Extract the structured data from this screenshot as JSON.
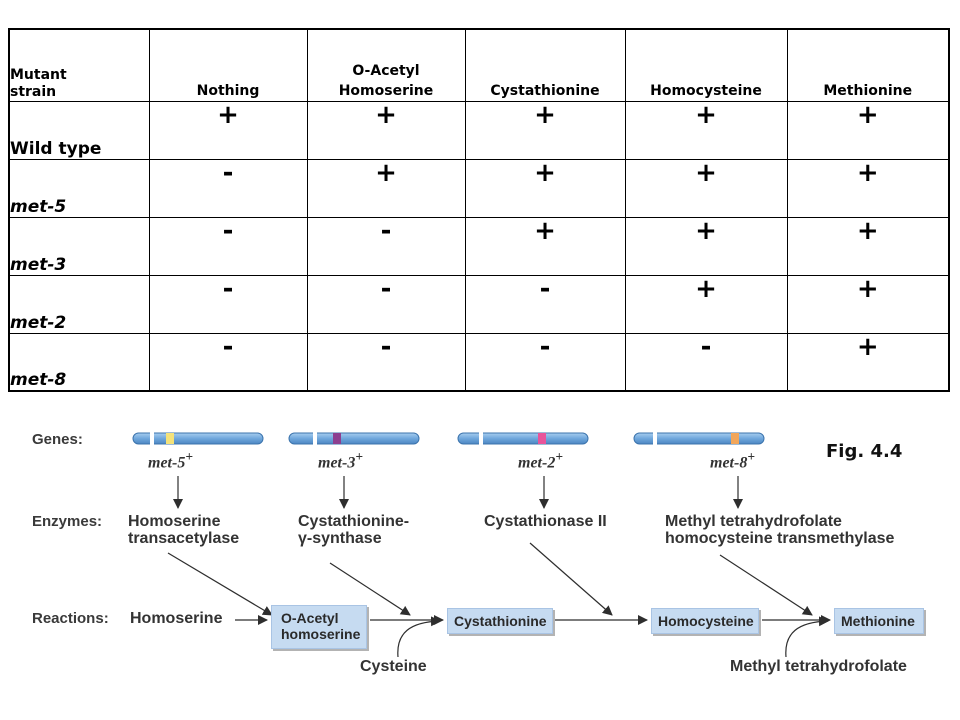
{
  "table": {
    "corner_header": "Mutant\nstrain",
    "columns": [
      {
        "line1": "",
        "line2": "Nothing"
      },
      {
        "line1": "O-Acetyl",
        "line2": "Homoserine"
      },
      {
        "line1": "",
        "line2": "Cystathionine"
      },
      {
        "line1": "",
        "line2": "Homocysteine"
      },
      {
        "line1": "",
        "line2": "Methionine"
      }
    ],
    "rows": [
      {
        "strain": "Wild type",
        "values": [
          "+",
          "+",
          "+",
          "+",
          "+"
        ]
      },
      {
        "strain": "met-5",
        "values": [
          "-",
          "+",
          "+",
          "+",
          "+"
        ]
      },
      {
        "strain": "met-3",
        "values": [
          "-",
          "-",
          "+",
          "+",
          "+"
        ]
      },
      {
        "strain": "met-2",
        "values": [
          "-",
          "-",
          "-",
          "+",
          "+"
        ]
      },
      {
        "strain": "met-8",
        "values": [
          "-",
          "-",
          "-",
          "-",
          "+"
        ]
      }
    ]
  },
  "diagram": {
    "row_labels": {
      "genes": "Genes:",
      "enzymes": "Enzymes:",
      "reactions": "Reactions:"
    },
    "genes": [
      {
        "name": "met-5",
        "sup": "+",
        "band_color": "#f4e27a"
      },
      {
        "name": "met-3",
        "sup": "+",
        "band_color": "#8d3f8f"
      },
      {
        "name": "met-2",
        "sup": "+",
        "band_color": "#e8549a"
      },
      {
        "name": "met-8",
        "sup": "+",
        "band_color": "#f2a65a"
      }
    ],
    "enzymes": [
      {
        "line1": "Homoserine",
        "line2": "transacetylase"
      },
      {
        "line1": "Cystathionine-",
        "line2": "γ-synthase"
      },
      {
        "line1": "Cystathionase II",
        "line2": ""
      },
      {
        "line1": "Methyl tetrahydrofolate",
        "line2": "homocysteine transmethylase"
      }
    ],
    "reactions": {
      "start": "Homoserine",
      "o_acetyl_line1": "O-Acetyl",
      "o_acetyl_line2": "homoserine",
      "cystathionine": "Cystathionine",
      "homocysteine": "Homocysteine",
      "methionine": "Methionine",
      "cysteine": "Cysteine",
      "methyl_thf": "Methyl tetrahydrofolate"
    },
    "figure_label": "Fig. 4.4",
    "colors": {
      "chromosome": "#6fa7dc",
      "box": "#c6dbf1"
    }
  }
}
